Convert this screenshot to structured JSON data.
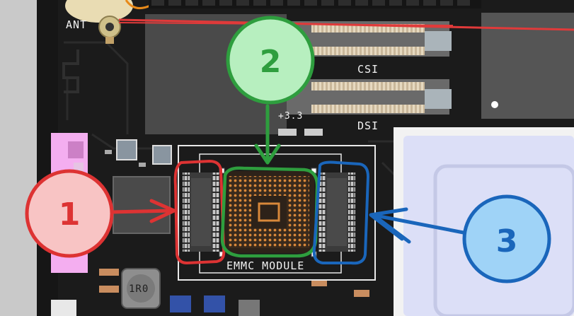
{
  "board": {
    "silk_labels": {
      "ant": "ANT",
      "csi": "CSI",
      "dsi": "DSI",
      "v33": "+3.3",
      "inductor": "1R0",
      "module": "EMMC MODULE"
    }
  },
  "callouts": [
    {
      "number": "1",
      "color": "#dd3333",
      "fill": "#f8c4c4"
    },
    {
      "number": "2",
      "color": "#2e9e3e",
      "fill": "#b7efbf"
    },
    {
      "number": "3",
      "color": "#1a66bb",
      "fill": "#9fd3f7"
    }
  ],
  "colors": {
    "pcb": "#1b1b1b",
    "silkscreen": "#f2f2f2",
    "connector_pink": "#f4aef0",
    "shield_lavender": "#dcdff7"
  }
}
